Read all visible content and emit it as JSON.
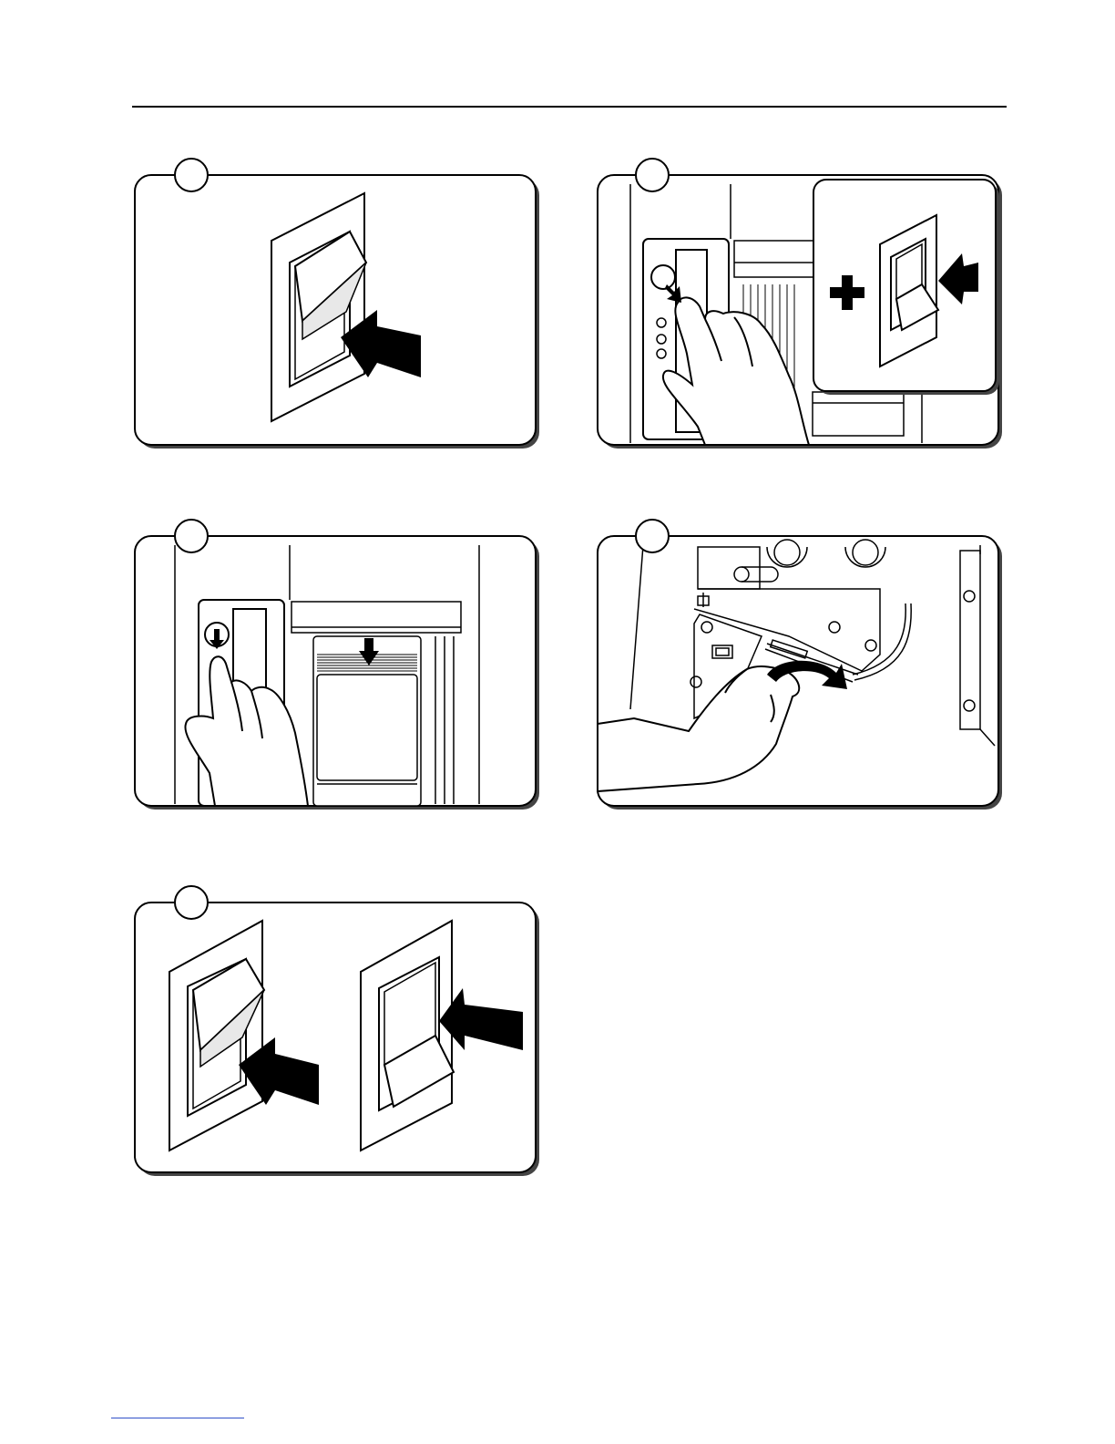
{
  "page": {
    "rule_color": "#000000",
    "link_underline_color": "#3050c8"
  },
  "panels": [
    {
      "step": "",
      "illustration": "power-switch-press-on"
    },
    {
      "step": "",
      "illustration": "hold-feed-button-and-press-power-switch"
    },
    {
      "step": "",
      "illustration": "press-feed-button-label-advances"
    },
    {
      "step": "",
      "illustration": "turn-label-roll-knob"
    },
    {
      "step": "",
      "illustration": "power-switch-off-then-on"
    }
  ],
  "icons": {
    "arrow": "press-arrow-icon",
    "plus": "plus-icon",
    "curved_arrow": "rotate-arrow-icon",
    "down_arrow": "down-arrow-icon"
  }
}
